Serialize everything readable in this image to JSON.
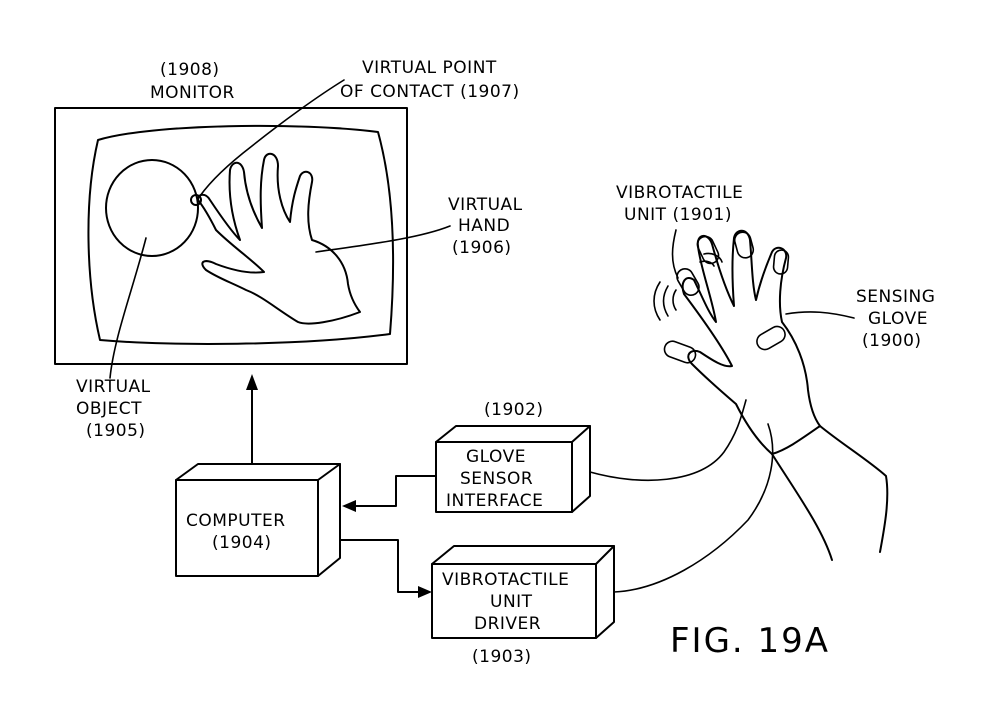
{
  "labels": {
    "monitor_number": "(1908)",
    "monitor": "MONITOR",
    "point_line1": "VIRTUAL POINT",
    "point_line2": "OF CONTACT (1907)",
    "hand_line1": "VIRTUAL",
    "hand_line2": "HAND",
    "hand_number": "(1906)",
    "object_line1": "VIRTUAL",
    "object_line2": "OBJECT",
    "object_number": "(1905)",
    "vibro_unit_line1": "VIBROTACTILE",
    "vibro_unit_line2": "UNIT (1901)",
    "glove_line1": "SENSING",
    "glove_line2": "GLOVE",
    "glove_number": "(1900)",
    "interface_number": "(1902)",
    "interface_line1": "GLOVE",
    "interface_line2": "SENSOR",
    "interface_line3": "INTERFACE",
    "computer_line1": "COMPUTER",
    "computer_line2": "(1904)",
    "driver_line1": "VIBROTACTILE",
    "driver_line2": "UNIT",
    "driver_line3": "DRIVER",
    "driver_number": "(1903)",
    "figure": "FIG. 19A"
  }
}
